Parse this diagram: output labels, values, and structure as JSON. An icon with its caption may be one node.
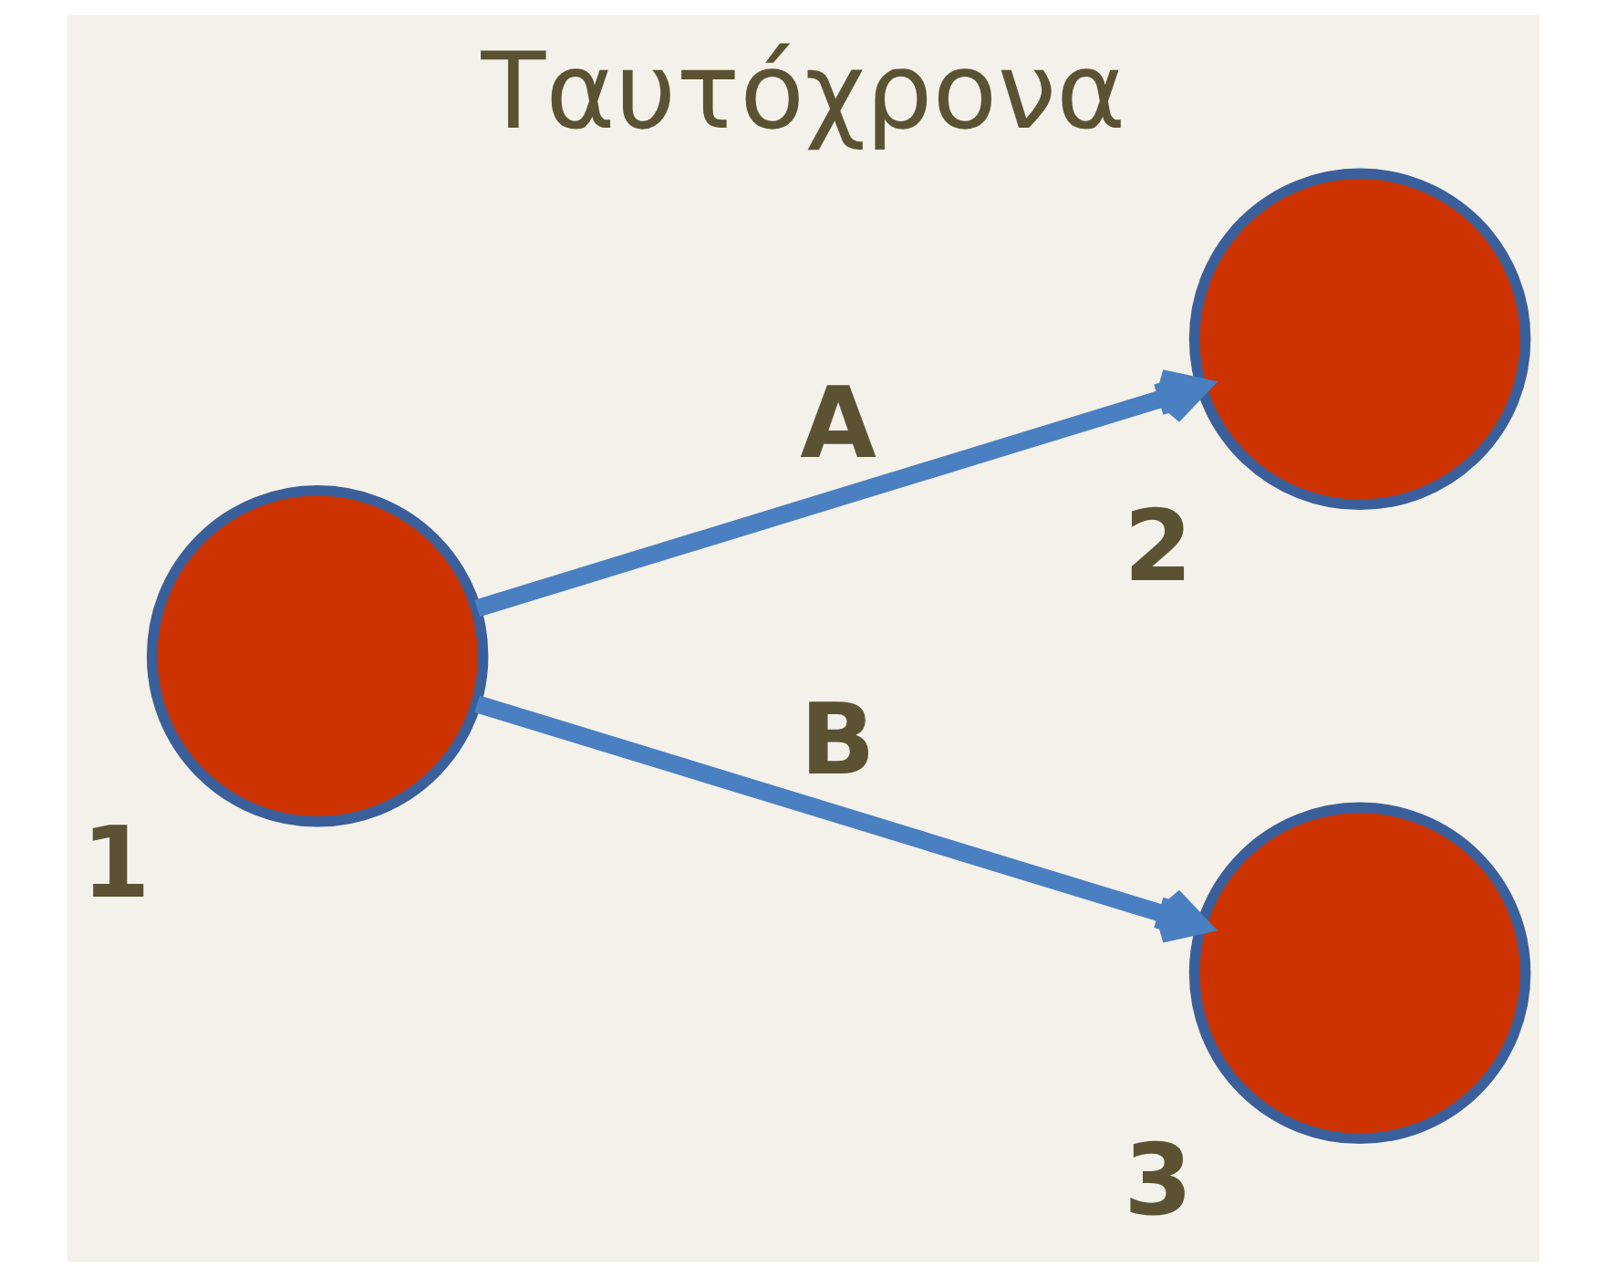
{
  "diagram": {
    "title": "Ταυτόχρονα",
    "nodes": [
      {
        "text": [],
        "shape": "circle",
        "beside": [
          "1"
        ]
      },
      {
        "text": [],
        "shape": "circle",
        "beside": [
          "2"
        ]
      },
      {
        "text": [],
        "shape": "circle",
        "beside": [
          "3"
        ]
      }
    ],
    "edges": [
      {
        "from": 0,
        "to": 1,
        "arrow": "to",
        "label": "A"
      },
      {
        "from": 0,
        "to": 2,
        "arrow": "to",
        "label": "B"
      }
    ]
  }
}
